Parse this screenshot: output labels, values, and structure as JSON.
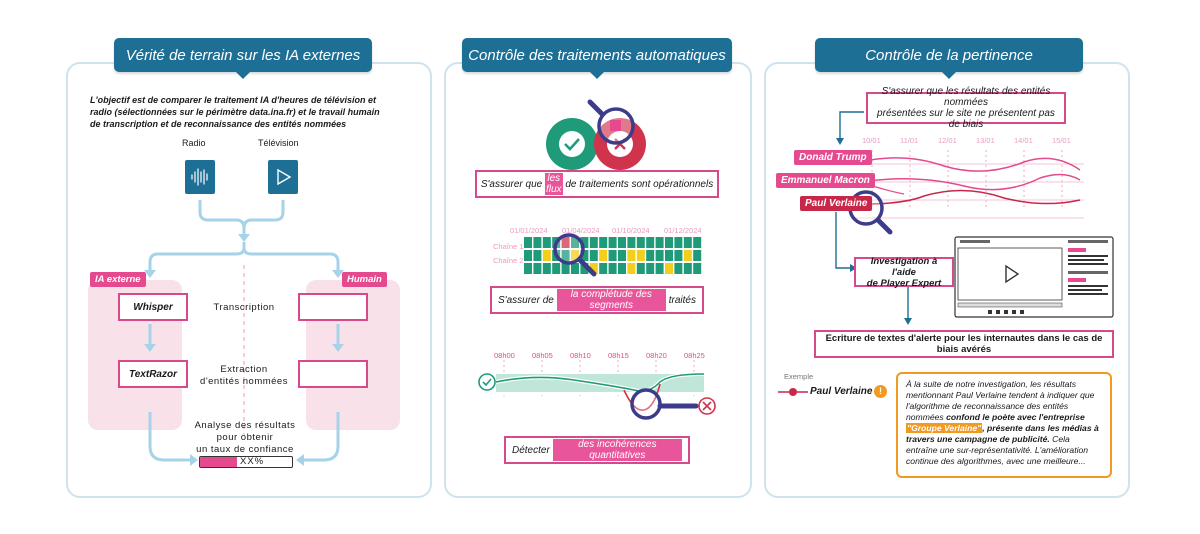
{
  "panel1": {
    "title": "Vérité de terrain sur les IA externes",
    "intro": "L'objectif est de comparer le traitement IA d'heures de télévision et radio (sélectionnées sur le périmètre data.ina.fr) et le travail humain de transcription et de reconnaissance des entités nommées",
    "radio_label": "Radio",
    "tv_label": "Télévision",
    "ia_tag": "IA externe",
    "human_tag": "Humain",
    "whisper": "Whisper",
    "textrazor": "TextRazor",
    "transcription": "Transcription",
    "extraction_line1": "Extraction",
    "extraction_line2": "d'entités nommées",
    "analysis_line1": "Analyse des résultats",
    "analysis_line2": "pour obtenir",
    "analysis_line3": "un taux de confiance",
    "confidence": "XX%",
    "confidence_fill": 0.4,
    "colors": {
      "blue": "#1e6f95",
      "pink": "#e54a8e",
      "lightblue": "#a6d3ea"
    }
  },
  "panel2": {
    "title": "Contrôle des traitements automatiques",
    "box1_pre": "S'assurer que ",
    "box1_hl": "les flux",
    "box1_post": " de traitements sont opérationnels",
    "dates": [
      "01/01/2024",
      "01/04/2024",
      "01/10/2024",
      "01/12/2024"
    ],
    "channel1": "Chaîne 1",
    "channel2": "Chaîne 2",
    "box2_pre": "S'assurer de ",
    "box2_hl": "la complétude des segments",
    "box2_post": " traités",
    "times": [
      "08h00",
      "08h05",
      "08h10",
      "08h15",
      "08h20",
      "08h25"
    ],
    "box3_pre": "Détecter ",
    "box3_hl": "des incohérences quantitatives",
    "colors": {
      "green": "#1f9b7a",
      "red": "#d0344d",
      "yellow": "#f2cf1d",
      "pink": "#e54a8e"
    }
  },
  "panel3": {
    "title": "Contrôle de la pertinence",
    "box1_line1": "S'assurer que les résultats des entités nommées",
    "box1_line2": "présentées sur le site ne présentent pas de biais",
    "dates": [
      "10/01",
      "11/01",
      "12/01",
      "13/01",
      "14/01",
      "15/01"
    ],
    "entities": [
      "Donald Trump",
      "Emmanuel Macron",
      "Paul Verlaine"
    ],
    "investigation_line1": "Investigation à l'aide",
    "investigation_line2": "de Player Expert",
    "alert_box": "Ecriture de textes d'alerte pour les internautes dans le cas de biais avérés",
    "example_label": "Exemple",
    "example_entity": "Paul Verlaine",
    "alert_warning": "!",
    "alert_text_1": "À la suite de notre investigation, les résultats mentionnant Paul Verlaine tendent à indiquer que l'algorithme de reconnaissance des entités nommées ",
    "alert_text_bold1": "confond le poète avec l'entreprise ",
    "alert_text_hl": "\"Groupe Verlaine\"",
    "alert_text_bold2": ", présente dans les médias à travers une campagne de publicité.",
    "alert_text_2": " Cela entraîne une sur-représentativité. L'amélioration continue des algorithmes, avec une meilleure...",
    "colors": {
      "pink": "#e54a8e",
      "red": "#c7284a",
      "orange": "#f29a1f"
    }
  }
}
